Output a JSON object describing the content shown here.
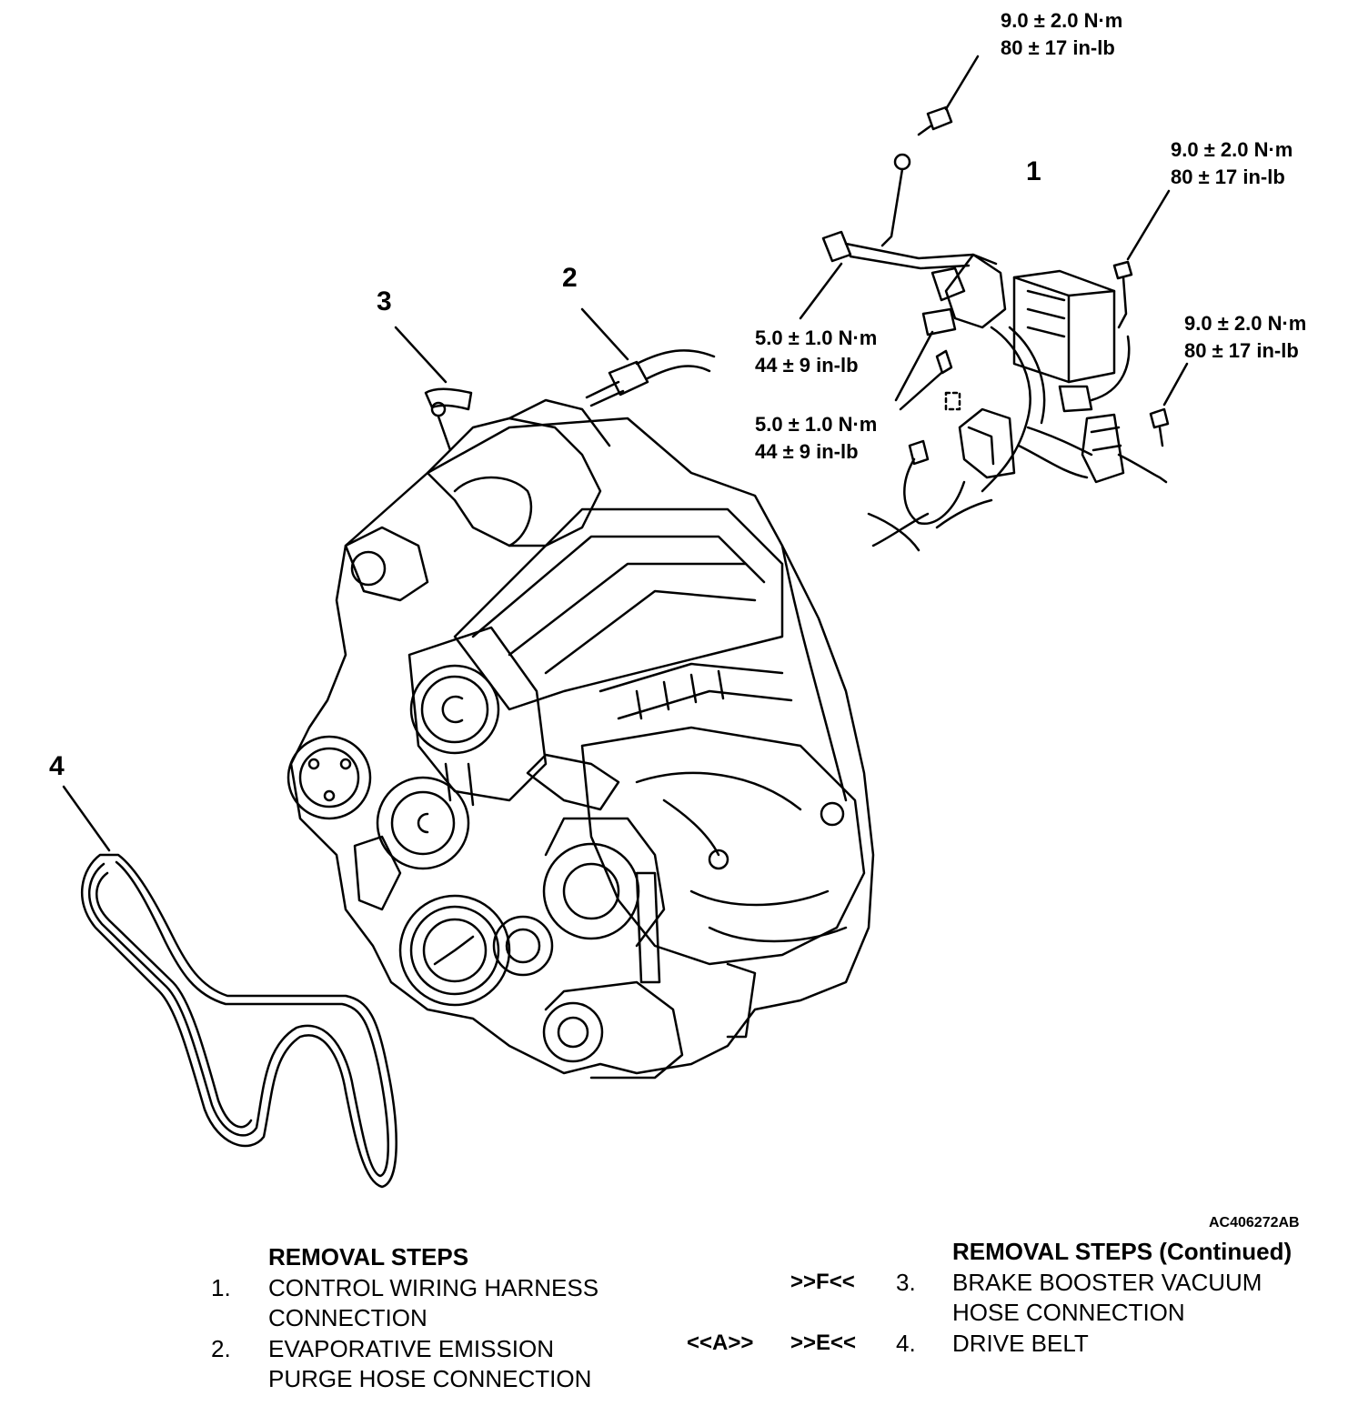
{
  "figure_code": "AC406272AB",
  "callouts": {
    "c1": "1",
    "c2": "2",
    "c3": "3",
    "c4": "4"
  },
  "torques": [
    {
      "nm": "9.0 ± 2.0 N·m",
      "inlb": "80 ± 17 in-lb"
    },
    {
      "nm": "9.0 ± 2.0 N·m",
      "inlb": "80 ± 17 in-lb"
    },
    {
      "nm": "9.0 ± 2.0 N·m",
      "inlb": "80 ± 17 in-lb"
    },
    {
      "nm": "5.0 ± 1.0 N·m",
      "inlb": "44 ± 9 in-lb"
    },
    {
      "nm": "5.0 ± 1.0 N·m",
      "inlb": "44 ± 9 in-lb"
    }
  ],
  "left_list": {
    "heading": "REMOVAL STEPS",
    "items": [
      {
        "num": "1.",
        "line1": "CONTROL WIRING HARNESS",
        "line2": "CONNECTION"
      },
      {
        "num": "2.",
        "line1": "EVAPORATIVE EMISSION",
        "line2": "PURGE HOSE CONNECTION",
        "marker": "<<A>>"
      }
    ]
  },
  "right_list": {
    "heading": "REMOVAL STEPS (Continued)",
    "items": [
      {
        "num": "3.",
        "line1": "BRAKE BOOSTER VACUUM",
        "line2": "HOSE CONNECTION",
        "marker": ">>F<<"
      },
      {
        "num": "4.",
        "line1": "DRIVE BELT",
        "marker": ">>E<<"
      }
    ]
  }
}
